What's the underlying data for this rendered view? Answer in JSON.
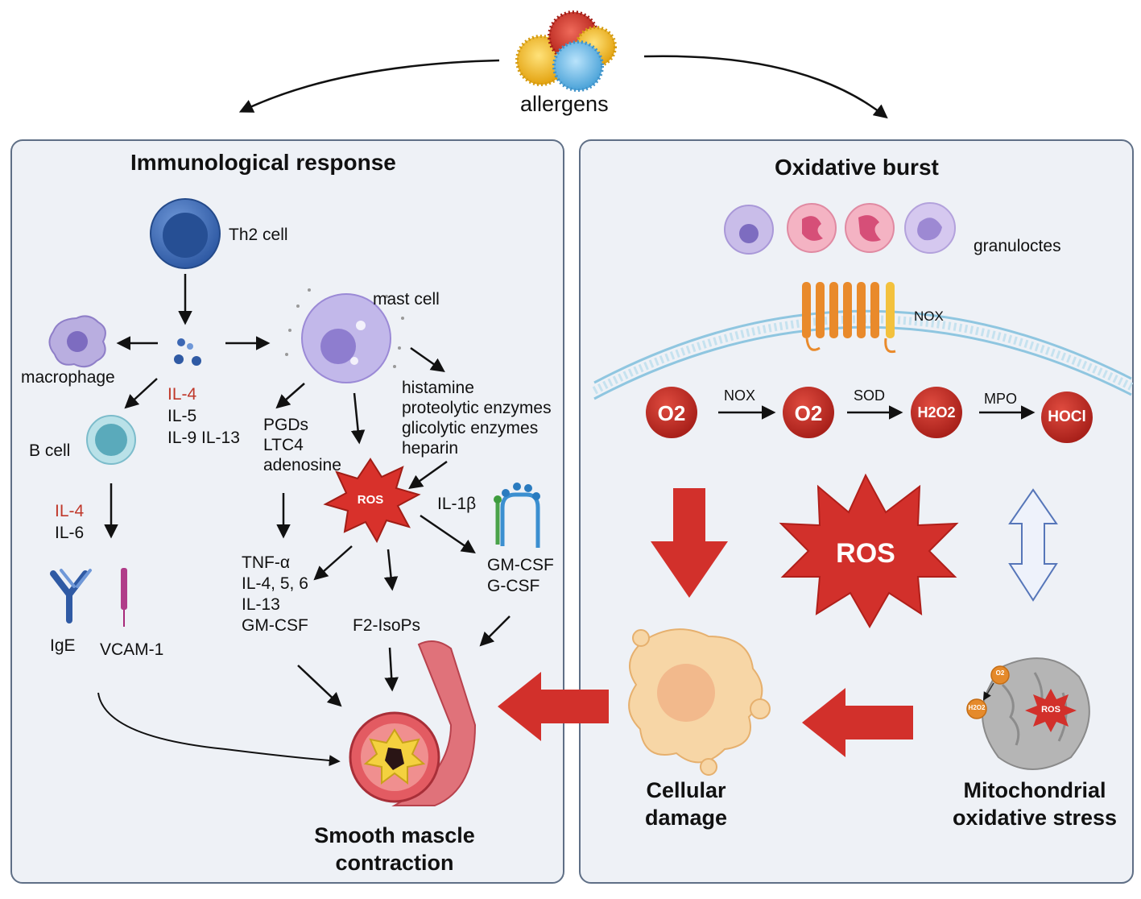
{
  "header": {
    "allergens": "allergens"
  },
  "left_panel": {
    "title": "Immunological response",
    "th2_cell": "Th2 cell",
    "mast_cell": "mast cell",
    "macrophage": "macrophage",
    "b_cell": "B cell",
    "cytokines_th2": {
      "il4": "IL-4",
      "il5": "IL-5",
      "il9_il13": "IL-9 IL-13"
    },
    "cytokines_b": {
      "il4": "IL-4",
      "il6": "IL-6"
    },
    "ige": "IgE",
    "vcam": "VCAM-1",
    "mediators_left": [
      "PGDs",
      "LTC4",
      "adenosine"
    ],
    "mediators_right": [
      "histamine",
      "proteolytic enzymes",
      "glicolytic enzymes",
      "heparin"
    ],
    "ros": "ROS",
    "il1b": "IL-1β",
    "tnf_list": [
      "TNF-α",
      "IL-4, 5, 6",
      "IL-13",
      "GM-CSF"
    ],
    "f2": "F2-IsoPs",
    "csf_list": [
      "GM-CSF",
      "G-CSF"
    ],
    "outcome": [
      "Smooth mascle",
      "contraction"
    ]
  },
  "right_panel": {
    "title": "Oxidative burst",
    "granulocytes": "granuloctes",
    "nox_label": "NOX",
    "chem": {
      "o2": "O2",
      "superoxide": "O2",
      "h2o2": "H2O2",
      "hocl": "HOCl"
    },
    "arrows": {
      "nox": "NOX",
      "sod": "SOD",
      "mpo": "MPO"
    },
    "ros_big": "ROS",
    "mito_o2": "O2",
    "mito_h2o2": "H2O2",
    "mito_ros": "ROS",
    "cellular_damage": [
      "Cellular",
      "damage"
    ],
    "mito_stress": [
      "Mitochondrial",
      "oxidative stress"
    ]
  },
  "colors": {
    "panel_bg": "#eef1f6",
    "panel_border": "#5f6f86",
    "accent_red": "#d2302b",
    "chem_red": "#c0241f"
  }
}
